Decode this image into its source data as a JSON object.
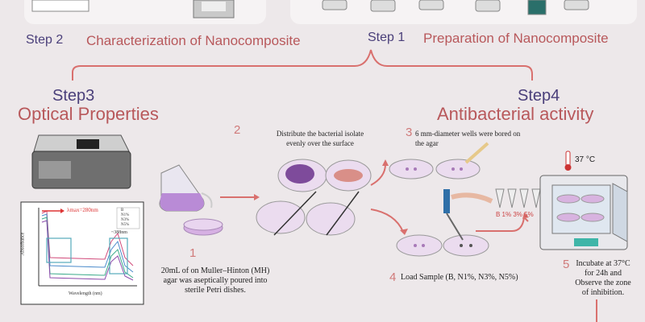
{
  "header": {
    "step2_number": "Step 2",
    "step2_title": "Characterization of Nanocomposite",
    "step1_number": "Step 1",
    "step1_title": "Preparation of Nanocomposite"
  },
  "step3": {
    "number": "Step3",
    "title": "Optical Properties"
  },
  "step4": {
    "number": "Step4",
    "title": "Antibacterial activity"
  },
  "graph": {
    "lambda_label": "λmax=280nm",
    "peak_label": "~388nm",
    "y_label": "Absorbance",
    "x_label": "Wavelength (nm)",
    "legend": [
      "B",
      "N1%",
      "N3%",
      "N5%"
    ]
  },
  "process": {
    "n1": "1",
    "n1_caption": [
      "20mL of on Muller–Hinton (MH)",
      "agar was aseptically poured into",
      "sterile Petri dishes."
    ],
    "n2": "2",
    "n2_caption": [
      "Distribute the bacterial isolate",
      "evenly over the surface"
    ],
    "n3": "3",
    "n3_caption": [
      "6 mm-diameter wells were bored on",
      "the agar"
    ],
    "n4": "4",
    "n4_caption": "Load Sample (B, N1%, N3%, N5%)",
    "n5": "5",
    "n5_caption": [
      "Incubate at 37°C",
      "for 24h and",
      "Observe the zone",
      "of inhibition."
    ],
    "tubes_label": "B 1% 3% 5%",
    "temperature": "37 °C"
  },
  "colors": {
    "step_number": "#4a3f7a",
    "step_title": "#b8585b",
    "arrow": "#d9706e"
  }
}
